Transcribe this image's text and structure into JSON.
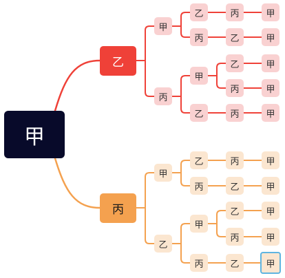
{
  "colors": {
    "root_bg": "#080a2a",
    "red_branch": "#ef4138",
    "orange_branch": "#f4a14f",
    "red_tint": "#f9d1d1",
    "orange_tint": "#fbe6d0",
    "selection": "#5fb4e0"
  },
  "mindmap": {
    "root": "甲",
    "branches": [
      {
        "label": "乙",
        "color": "red",
        "children": [
          {
            "label": "甲",
            "children": [
              {
                "label": "乙",
                "children": [
                  {
                    "label": "丙",
                    "children": [
                      {
                        "label": "甲"
                      }
                    ]
                  }
                ]
              },
              {
                "label": "丙",
                "children": [
                  {
                    "label": "乙",
                    "children": [
                      {
                        "label": "甲"
                      }
                    ]
                  }
                ]
              }
            ]
          },
          {
            "label": "丙",
            "children": [
              {
                "label": "甲",
                "children": [
                  {
                    "label": "乙",
                    "children": [
                      {
                        "label": "甲"
                      }
                    ]
                  },
                  {
                    "label": "丙",
                    "children": [
                      {
                        "label": "甲"
                      }
                    ]
                  }
                ]
              },
              {
                "label": "乙",
                "children": [
                  {
                    "label": "丙",
                    "children": [
                      {
                        "label": "甲"
                      }
                    ]
                  }
                ]
              }
            ]
          }
        ]
      },
      {
        "label": "丙",
        "color": "orange",
        "children": [
          {
            "label": "甲",
            "children": [
              {
                "label": "乙",
                "children": [
                  {
                    "label": "丙",
                    "children": [
                      {
                        "label": "甲"
                      }
                    ]
                  }
                ]
              },
              {
                "label": "丙",
                "children": [
                  {
                    "label": "乙",
                    "children": [
                      {
                        "label": "甲"
                      }
                    ]
                  }
                ]
              }
            ]
          },
          {
            "label": "乙",
            "children": [
              {
                "label": "甲",
                "children": [
                  {
                    "label": "乙",
                    "children": [
                      {
                        "label": "甲"
                      }
                    ]
                  },
                  {
                    "label": "丙",
                    "children": [
                      {
                        "label": "甲"
                      }
                    ]
                  }
                ]
              },
              {
                "label": "丙",
                "children": [
                  {
                    "label": "乙",
                    "children": [
                      {
                        "label": "甲",
                        "selected": true
                      }
                    ]
                  }
                ]
              }
            ]
          }
        ]
      }
    ]
  }
}
